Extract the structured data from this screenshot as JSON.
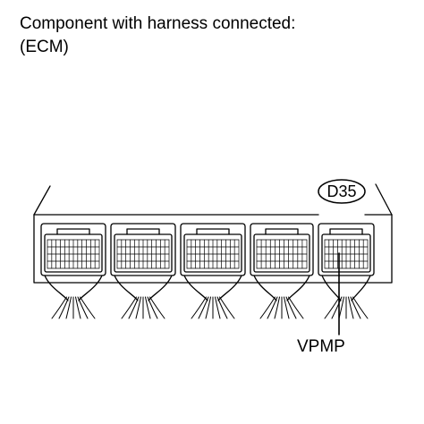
{
  "caption": {
    "line1": "Component with harness connected:",
    "line2": "(ECM)"
  },
  "connector": {
    "id": "D35",
    "pin_label": "VPMP"
  },
  "colors": {
    "line": "#000000",
    "background": "#ffffff"
  }
}
